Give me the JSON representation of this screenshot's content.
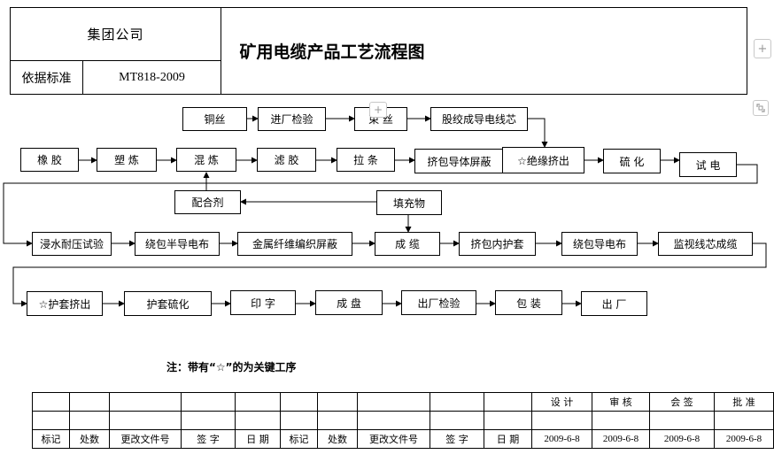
{
  "header": {
    "company": "集团公司",
    "title": "矿用电缆产品工艺流程图",
    "standard_label": "依据标准",
    "standard_value": "MT818-2009"
  },
  "flow": {
    "copper_wire": "铜丝",
    "incoming_inspection": "进厂检验",
    "bundle_wire": "束  丝",
    "strand_conductor": "股绞成导电线芯",
    "rubber": "橡 胶",
    "plasticize": "塑 炼",
    "mixing": "混 炼",
    "filter_rubber": "滤 胶",
    "strip_pull": "拉 条",
    "extrude_conductor_screen": "挤包导体屏蔽",
    "insulation_extrusion": "☆绝缘挤出",
    "vulcanize": "硫 化",
    "test_voltage": "试 电",
    "compound_agent": "配合剂",
    "filler": "填充物",
    "water_pressure_test": "浸水耐压试验",
    "semiconductive_tape": "绕包半导电布",
    "metal_fiber_braid": "金属纤维编织屏蔽",
    "cabling": "成  缆",
    "inner_sheath": "挤包内护套",
    "conductive_tape": "绕包导电布",
    "monitor_core_cabling": "监视线芯成缆",
    "sheath_extrusion": "☆护套挤出",
    "sheath_vulcanize": "护套硫化",
    "printing": "印 字",
    "coiling": "成 盘",
    "outgoing_inspection": "出厂检验",
    "packing": "包 装",
    "shipping": "出  厂"
  },
  "note": "注：带有“☆”的为关键工序",
  "signoff": {
    "headers": [
      "设  计",
      "审 核",
      "会 签",
      "批 准"
    ],
    "dates": [
      "2009-6-8",
      "2009-6-8",
      "2009-6-8",
      "2009-6-8"
    ]
  },
  "revision_labels": [
    "标记",
    "处数",
    "更改文件号",
    "签  字",
    "日  期",
    "标记",
    "处数",
    "更改文件号",
    "签  字",
    "日  期"
  ],
  "side_buttons": {
    "plus": "+",
    "plus_inline": "+"
  }
}
